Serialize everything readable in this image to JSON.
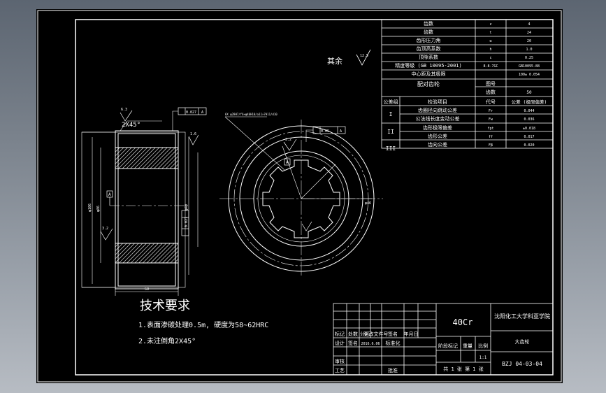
{
  "drawing": {
    "colors": {
      "line": "#ffffff",
      "paper": "#000000",
      "background": "#8a929b"
    },
    "param_table": {
      "rows": [
        {
          "label": "齿数",
          "symbol": "z",
          "value": "4"
        },
        {
          "label": "齿数",
          "symbol": "t",
          "value": "24"
        },
        {
          "label": "齿形压力角",
          "symbol": "α",
          "value": "20"
        },
        {
          "label": "齿顶高系数",
          "symbol": "h",
          "value": "1.0"
        },
        {
          "label": "顶隙系数",
          "symbol": "c",
          "value": "0.25"
        },
        {
          "label": "精度等级 (GB 10095-2001)",
          "symbol": "8-8-7GC",
          "value": "GB10095-88"
        },
        {
          "label": "中心距及其极限",
          "symbol": "",
          "value": "100± 0.054"
        }
      ],
      "mating_label": "配对齿轮",
      "mating_rows": [
        {
          "label": "图号",
          "value": ""
        },
        {
          "label": "齿数",
          "value": "50"
        }
      ],
      "tol_header": {
        "group": "公差组",
        "item": "检验项目",
        "code": "代号",
        "value": "公差 (极限偏差)"
      },
      "tol_rows": [
        {
          "group": "I",
          "item": "齿圈径向跳动公差",
          "code": "Fr",
          "value": "0.044"
        },
        {
          "group": "",
          "item": "公法线长度变动公差",
          "code": "Fw",
          "value": "0.036"
        },
        {
          "group": "II",
          "item": "齿形极限偏差",
          "code": "fpt",
          "value": "±0.018"
        },
        {
          "group": "",
          "item": "齿形公差",
          "code": "ff",
          "value": "0.017"
        },
        {
          "group": "III",
          "item": "齿向公差",
          "code": "Fβ",
          "value": "0.020"
        }
      ]
    },
    "rest_note": "其余",
    "rest_roughness": "12.5",
    "dims": {
      "chamfer": "2X45°",
      "width": "50",
      "root_dia": "φ86",
      "tip_dia": "φ106",
      "bore": "φ40",
      "spline_dia": "φ46",
      "roughness_a": "6.3",
      "roughness_b": "3.2",
      "roughness_c": "1.6",
      "gtol_a": "0.027",
      "gtol_b": "0.027",
      "gtol_c": "0.05",
      "datum": "A",
      "leader_note": "6X φ28H7/f6×φ46H10/a11×7H11/d10"
    },
    "tech_req": {
      "title": "技术要求",
      "item1": "1.表面渗碳处理0.5m, 硬度为58~62HRC",
      "item2": "2.未注倒角2X45°"
    },
    "title_block": {
      "material": "40Cr",
      "company": "沈阳化工大学科亚学院",
      "part_name": "大齿轮",
      "drawing_no": "BZJ 04-03-04",
      "mark_row": [
        "标记",
        "处数",
        "分区",
        "更改文件号",
        "签名",
        "年月日"
      ],
      "design_row": [
        "设计",
        "签名",
        "2016.6.06",
        "标准化"
      ],
      "review": "审核",
      "craft": "工艺",
      "approve": "批准",
      "stage_headers": [
        "阶段标记",
        "重量",
        "比例"
      ],
      "scale": "1:1",
      "sheets": "共 1 张   第 1 张"
    }
  }
}
